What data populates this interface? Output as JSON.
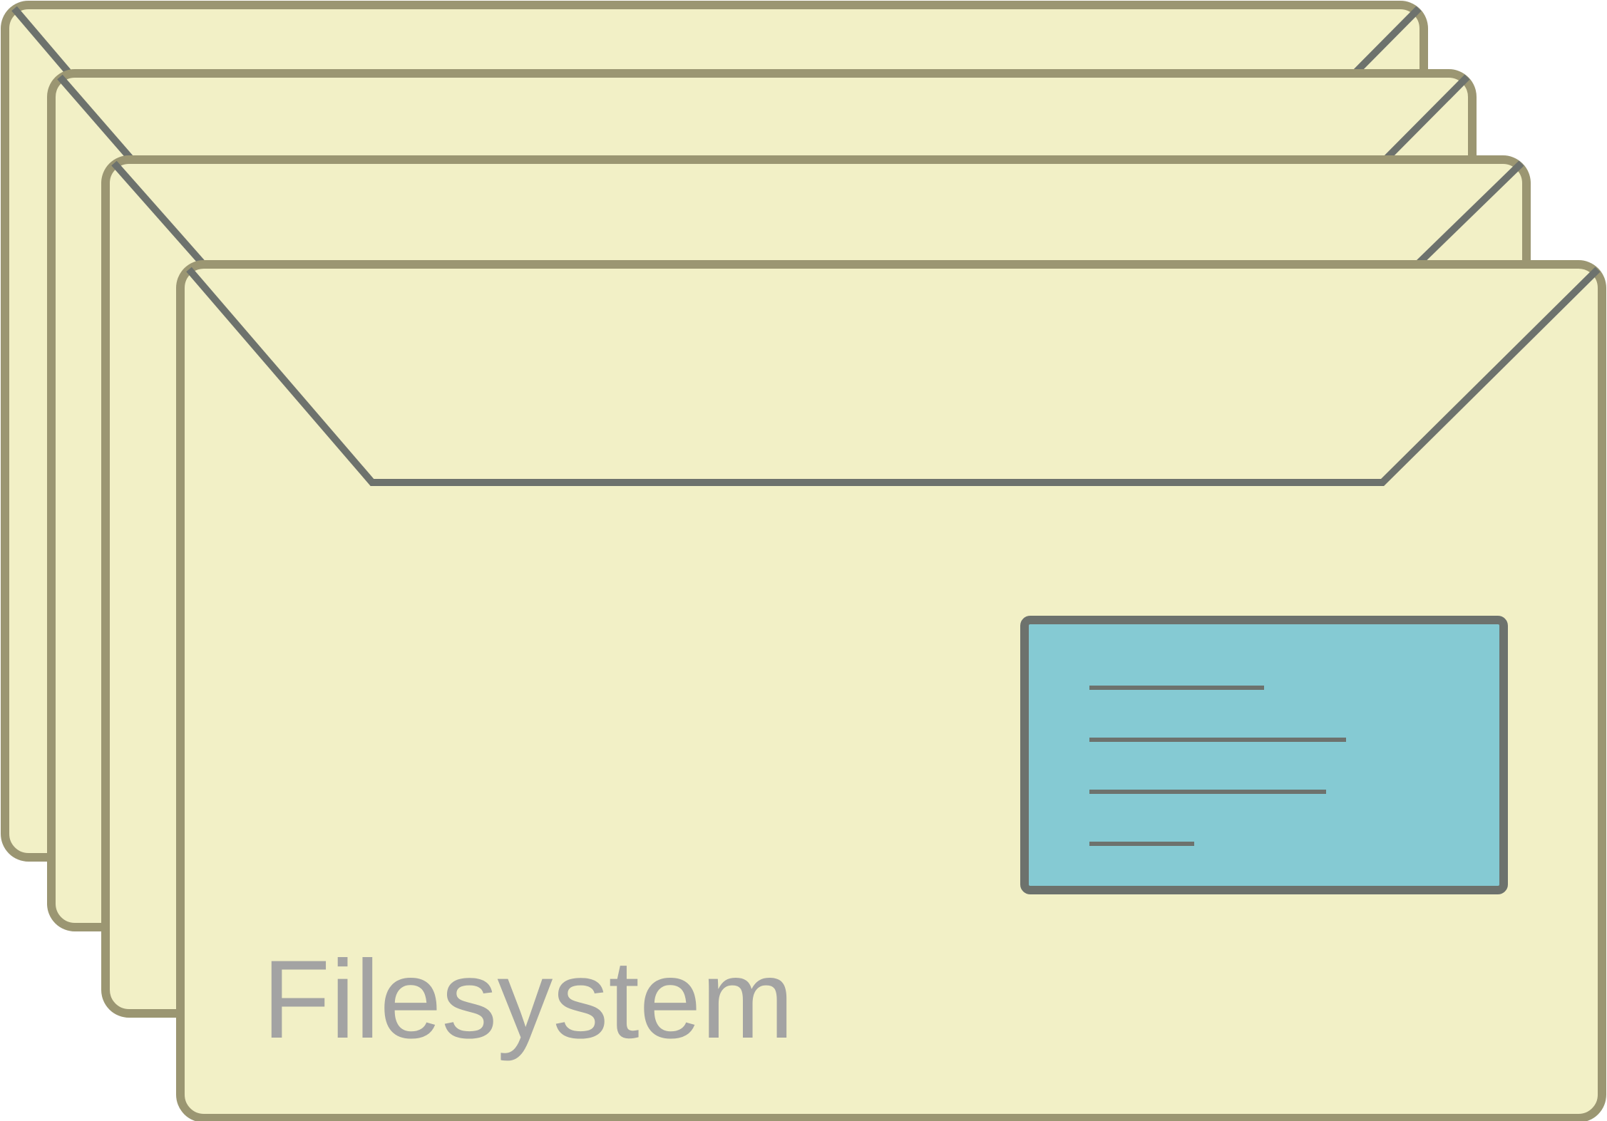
{
  "diagram": {
    "label": "Filesystem",
    "colors": {
      "envelope_fill": "#f2f0c6",
      "envelope_border": "#9b9672",
      "flap_line": "#6d726d",
      "address_window_fill": "#85cad3",
      "address_window_border": "#6d726d",
      "address_lines": "#6d726d",
      "label_text": "#a3a3a3"
    },
    "envelopes": [
      {
        "name": "envelope-back-1"
      },
      {
        "name": "envelope-back-2"
      },
      {
        "name": "envelope-back-3"
      },
      {
        "name": "envelope-front"
      }
    ],
    "address_window": {
      "line_count": 4
    },
    "icons": [
      "envelope-icon",
      "address-window-icon"
    ]
  }
}
